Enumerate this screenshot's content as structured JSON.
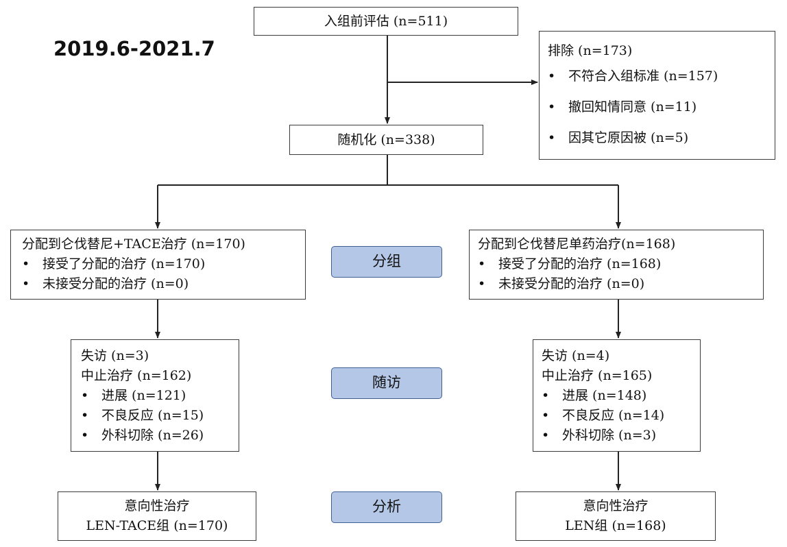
{
  "date_range": "2019.6-2021.7",
  "screening": "入组前评估 (n=511)",
  "exclusion": {
    "title": "排除 (n=173)",
    "items": [
      "不符合入组标准 (n=157)",
      "撤回知情同意 (n=11)",
      "因其它原因被 (n=5)"
    ]
  },
  "randomized": "随机化 (n=338)",
  "phases": {
    "allocation": "分组",
    "followup": "随访",
    "analysis": "分析"
  },
  "left_arm": {
    "allocation_title": "分配到仑伐替尼+TACE治疗 (n=170)",
    "allocation_items": [
      "接受了分配的治疗 (n=170)",
      "未接受分配的治疗 (n=0)"
    ],
    "lost": "失访 (n=3)",
    "discontinued": "中止治疗 (n=162)",
    "discontinued_items": [
      "进展 (n=121)",
      "不良反应 (n=15)",
      "外科切除 (n=26)"
    ],
    "analysis_line1": "意向性治疗",
    "analysis_line2": "LEN-TACE组 (n=170)"
  },
  "right_arm": {
    "allocation_title": "分配到仑伐替尼单药治疗(n=168)",
    "allocation_items": [
      "接受了分配的治疗 (n=168)",
      "未接受分配的治疗 (n=0)"
    ],
    "lost": "失访 (n=4)",
    "discontinued": "中止治疗 (n=165)",
    "discontinued_items": [
      "进展 (n=148)",
      "不良反应 (n=14)",
      "外科切除 (n=3)"
    ],
    "analysis_line1": "意向性治疗",
    "analysis_line2": "LEN组 (n=168)"
  },
  "bullet_char": "•"
}
